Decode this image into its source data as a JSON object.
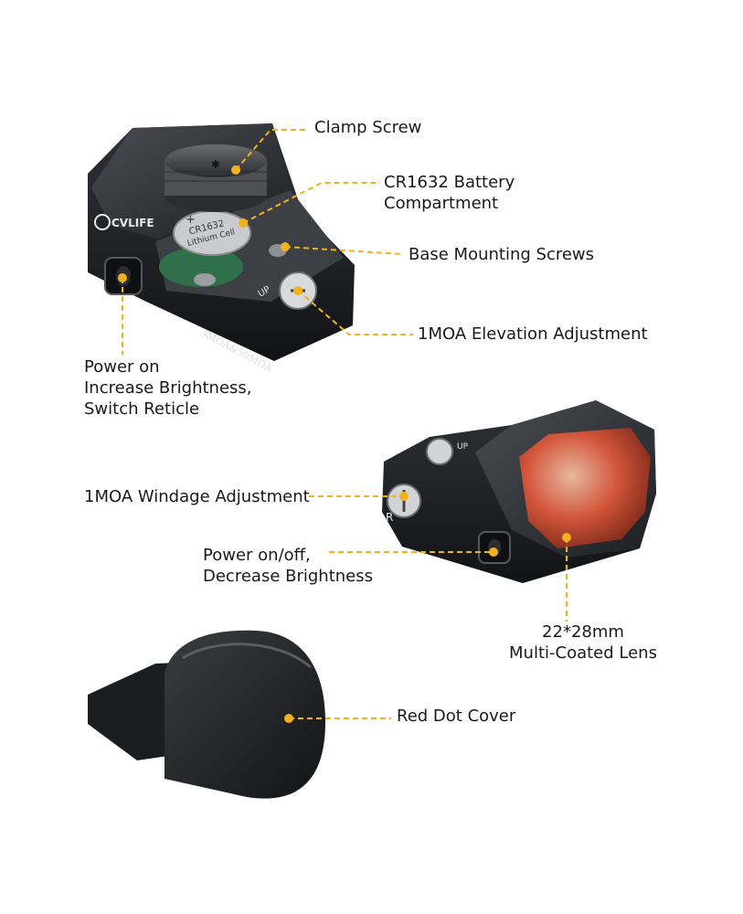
{
  "colors": {
    "accent": "#f2b21b",
    "label_text": "#1a1a1a",
    "body_dark": "#2a2c30",
    "lens_tint": "#e0583a"
  },
  "top_sight": {
    "brand_text": "CVLIFE",
    "reticle_marking": "3MOA&50MOA",
    "battery_marking_1": "CR1632",
    "battery_marking_2": "Lithium Cell",
    "battery_polarity": "+",
    "dial_marking": "UP"
  },
  "front_sight": {
    "dial_marking_1": "UP",
    "dial_marking_2": "R"
  },
  "callouts": {
    "clamp_screw": "Clamp Screw",
    "battery_line1": "CR1632 Battery",
    "battery_line2": "Compartment",
    "base_screws": "Base Mounting Screws",
    "elevation": "1MOA Elevation Adjustment",
    "power_line1": "Power on",
    "power_line2": "Increase Brightness,",
    "power_line3": "Switch Reticle",
    "windage": "1MOA Windage Adjustment",
    "power_off_line1": "Power on/off,",
    "power_off_line2": "Decrease Brightness",
    "lens_line1": "22*28mm",
    "lens_line2": "Multi-Coated Lens",
    "cover": "Red Dot Cover"
  }
}
